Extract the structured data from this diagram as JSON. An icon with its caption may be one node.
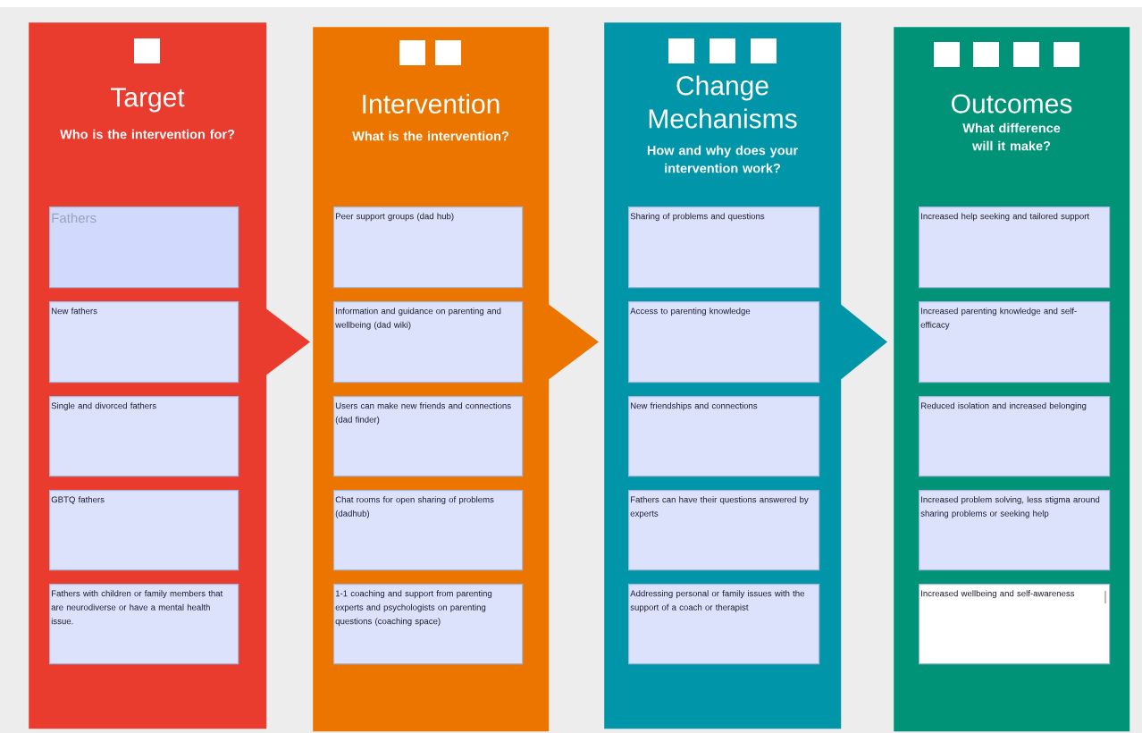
{
  "diagram": {
    "nodes": [
      {
        "text": [
          "Target",
          "Who is the intervention for?"
        ]
      },
      {
        "text": [
          "Fathers"
        ],
        "in": 0
      },
      {
        "text": [
          "New fathers"
        ],
        "in": 0
      },
      {
        "text": [
          "Single and divorced fathers"
        ],
        "in": 0
      },
      {
        "text": [
          "GBTQ fathers"
        ],
        "in": 0
      },
      {
        "text": [
          "Fathers with children or family members that are neurodiverse or have a mental health issue."
        ],
        "in": 0
      },
      {
        "text": [
          "Intervention",
          "What is the intervention?"
        ]
      },
      {
        "text": [
          "Peer support groups (dad hub)"
        ],
        "in": 6
      },
      {
        "text": [
          "Information and guidance on parenting and wellbeing (dad wiki)"
        ],
        "in": 6
      },
      {
        "text": [
          "Users can make new friends and connections (dad finder)"
        ],
        "in": 6
      },
      {
        "text": [
          "Chat rooms for open sharing of problems (dadhub)"
        ],
        "in": 6
      },
      {
        "text": [
          "1-1 coaching and support from parenting experts and psychologists on parenting questions (coaching space)"
        ],
        "in": 6
      },
      {
        "text": [
          "Change Mechanisms",
          "How and why does your intervention work?"
        ]
      },
      {
        "text": [
          "Sharing of problems and questions"
        ],
        "in": 12
      },
      {
        "text": [
          "Access to parenting knowledge"
        ],
        "in": 12
      },
      {
        "text": [
          "New friendships and connections"
        ],
        "in": 12
      },
      {
        "text": [
          "Fathers can have their questions answered by experts"
        ],
        "in": 12
      },
      {
        "text": [
          "Addressing personal or family issues with the support of a coach or therapist"
        ],
        "in": 12
      },
      {
        "text": [
          "Outcomes",
          "What difference will it make?"
        ]
      },
      {
        "text": [
          "Increased help seeking and tailored support"
        ],
        "in": 18
      },
      {
        "text": [
          "Increased parenting knowledge and self-efficacy"
        ],
        "in": 18
      },
      {
        "text": [
          "Reduced isolation and increased belonging"
        ],
        "in": 18
      },
      {
        "text": [
          "Increased problem solving, less stigma around sharing problems or seeking help"
        ],
        "in": 18
      },
      {
        "text": [
          "Increased wellbeing and self-awareness"
        ],
        "in": 18
      }
    ],
    "edges": [
      {
        "from": 0,
        "to": 6,
        "arrow": "to"
      },
      {
        "from": 6,
        "to": 12,
        "arrow": "to"
      },
      {
        "from": 12,
        "to": 18,
        "arrow": "to"
      }
    ]
  }
}
